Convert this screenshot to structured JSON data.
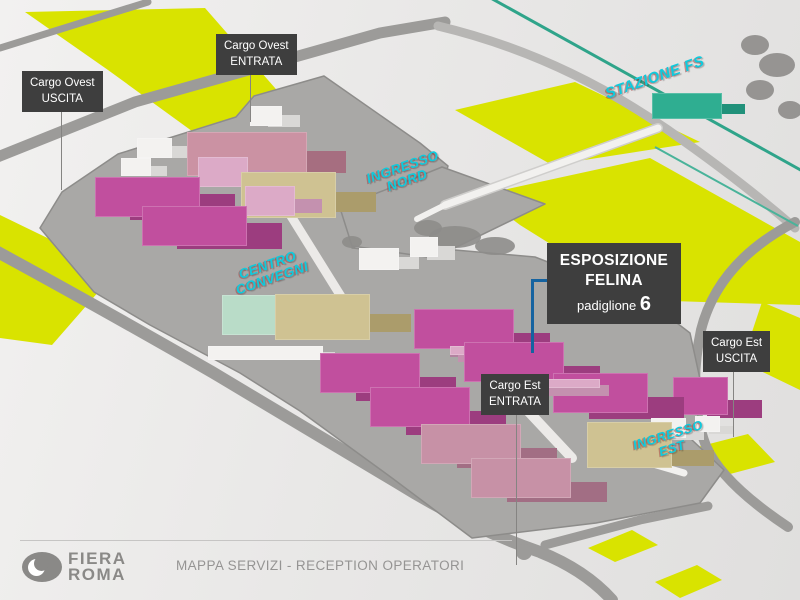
{
  "palette": {
    "background": "#e9e8e7",
    "platform": "#a9a8a6",
    "platform_edge": "#8d8c8a",
    "road": "#9c9b99",
    "road_light": "#b7b6b4",
    "yellow": "#d9e300",
    "railway_teal": "#2fa48a",
    "railway_teal_light": "#49b39a",
    "trees": "#8d8c8a",
    "white_path": "#f2f1ef",
    "label_box": "#3e3e3e",
    "label_text": "#ffffff",
    "cyan": "#10cadc",
    "callout_blue": "#1563a0",
    "footer_gray": "#8a8987",
    "caption_gray": "#959493",
    "magenta_top": "#c14f9e",
    "magenta_front": "#9c3d7f",
    "magenta_side": "#7e3267",
    "mauve_top": "#c791a6",
    "mauve_front": "#a26e84",
    "mauve_side": "#8a5c70",
    "rose_top": "#cb92a3",
    "rose_front": "#a66e80",
    "rose_side": "#8e5c6c",
    "beige_top": "#cfc292",
    "beige_front": "#ab9c6b",
    "beige_side": "#93855a",
    "mint_top": "#b9dcc8",
    "mint_front": "#93c2ab",
    "mint_side": "#7fb098",
    "lightpink_top": "#dcaac7",
    "lightpink_front": "#c491af",
    "lightpink_side": "#b283a0",
    "white_top": "#f3f2f0",
    "white_front": "#d9d8d6",
    "white_side": "#c9c8c6",
    "teal_top": "#2fae91",
    "teal_front": "#21917a",
    "teal_side": "#1a7c67"
  },
  "callouts": {
    "cargo_ovest_uscita": {
      "line1": "Cargo Ovest",
      "line2": "USCITA"
    },
    "cargo_ovest_entrata": {
      "line1": "Cargo Ovest",
      "line2": "ENTRATA"
    },
    "cargo_est_uscita": {
      "line1": "Cargo Est",
      "line2": "USCITA"
    },
    "cargo_est_entrata": {
      "line1": "Cargo Est",
      "line2": "ENTRATA"
    },
    "esposizione": {
      "line1": "ESPOSIZIONE",
      "line2": "FELINA",
      "line3_label": "padiglione ",
      "line3_number": "6"
    }
  },
  "entrances": {
    "stazione_fs": "STAZIONE FS",
    "ingresso_nord_l1": "INGRESSO",
    "ingresso_nord_l2": "NORD",
    "centro_convegni_l1": "CENTRO",
    "centro_convegni_l2": "CONVEGNI",
    "ingresso_est_l1": "INGRESSO",
    "ingresso_est_l2": "EST"
  },
  "footer": {
    "brand_l1": "FIERA",
    "brand_l2": "ROMA",
    "caption": "MAPPA SERVIZI - RECEPTION OPERATORI"
  }
}
